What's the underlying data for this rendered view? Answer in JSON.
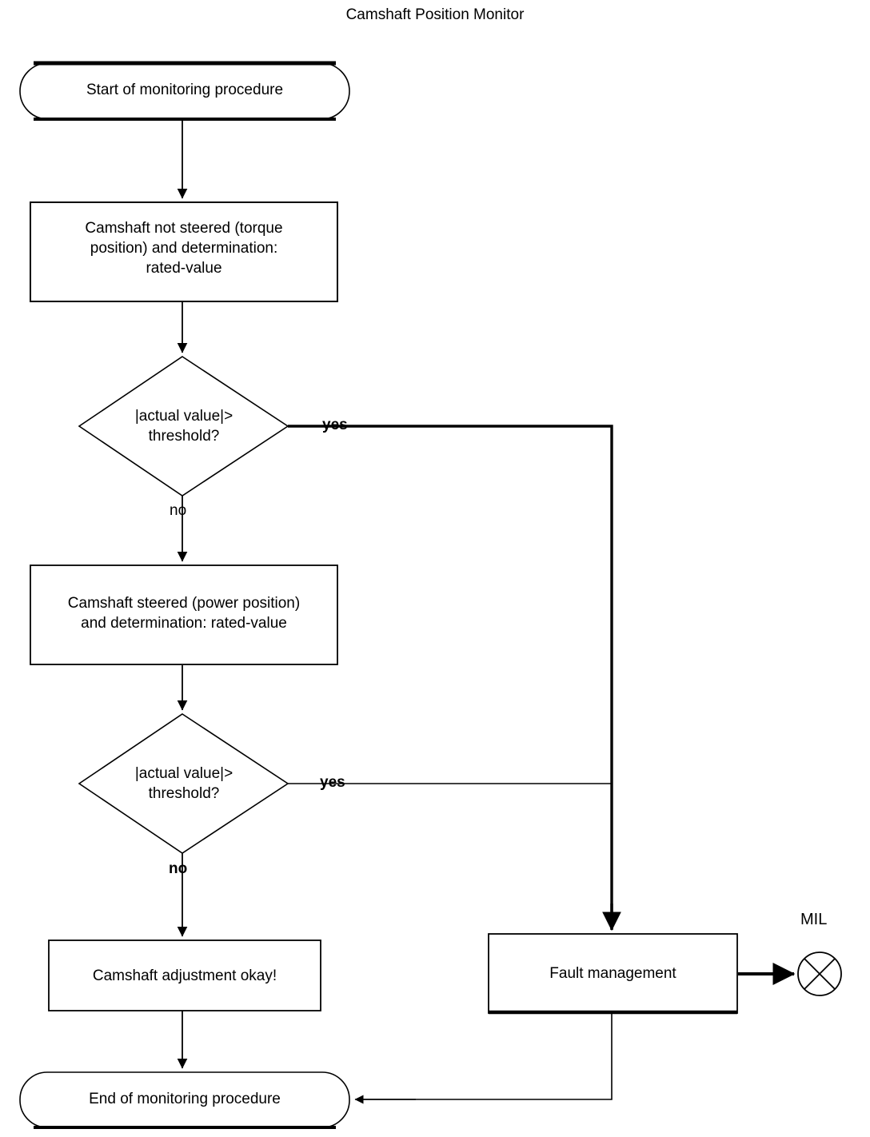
{
  "diagram": {
    "title": "Camshaft Position Monitor",
    "type": "flowchart",
    "stroke_color": "#000000",
    "background_color": "#ffffff"
  },
  "nodes": {
    "start": {
      "label": "Start of monitoring procedure",
      "shape": "stadium"
    },
    "process_torque": {
      "label": "Camshaft not steered (torque\nposition) and determination:\nrated-value",
      "shape": "rectangle"
    },
    "decision_one": {
      "label": "|actual value|>\nthreshold?",
      "shape": "diamond"
    },
    "process_power": {
      "label": "Camshaft steered (power position)\nand determination: rated-value",
      "shape": "rectangle"
    },
    "decision_two": {
      "label": "|actual value|>\nthreshold?",
      "shape": "diamond"
    },
    "result_okay": {
      "label": "Camshaft adjustment okay!",
      "shape": "rectangle"
    },
    "fault_management": {
      "label": "Fault management",
      "shape": "rectangle"
    },
    "end": {
      "label": "End of monitoring procedure",
      "shape": "stadium"
    },
    "mil": {
      "label": "MIL",
      "shape": "lamp-circle-cross"
    }
  },
  "edges": {
    "decision_one_yes": "yes",
    "decision_one_no": "no",
    "decision_two_yes": "yes",
    "decision_two_no": "no"
  }
}
